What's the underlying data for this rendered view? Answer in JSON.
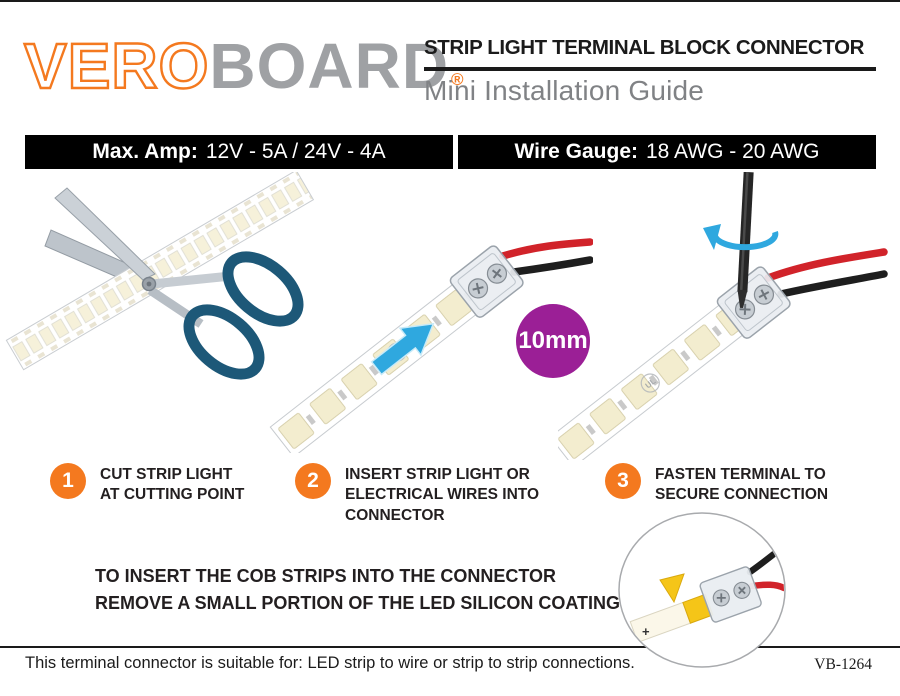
{
  "colors": {
    "orange": "#F4791F",
    "logo_gray": "#9FA1A4",
    "subtitle_gray": "#808285",
    "bar_black": "#000000",
    "badge_purple": "#9B1F96",
    "arrow_blue": "#2FA8DF",
    "wire_red": "#D1232A",
    "handle_blue": "#1D5878"
  },
  "header": {
    "logo_vero": "VERO",
    "logo_board": "BOARD",
    "logo_reg": "®",
    "title": "STRIP LIGHT TERMINAL BLOCK CONNECTOR",
    "subtitle": "Mini Installation Guide"
  },
  "specs": {
    "max_amp_label": "Max. Amp:",
    "max_amp_value": "12V - 5A / 24V - 4A",
    "wire_gauge_label": "Wire Gauge:",
    "wire_gauge_value": "18 AWG - 20 AWG"
  },
  "callout": {
    "size_label": "10mm"
  },
  "steps": [
    {
      "number": "1",
      "lines": [
        "CUT STRIP LIGHT",
        "AT CUTTING POINT"
      ]
    },
    {
      "number": "2",
      "lines": [
        "INSERT STRIP LIGHT OR",
        "ELECTRICAL WIRES INTO",
        "CONNECTOR"
      ]
    },
    {
      "number": "3",
      "lines": [
        "FASTEN TERMINAL TO",
        "SECURE CONNECTION"
      ]
    }
  ],
  "note": {
    "lines": [
      "TO INSERT THE COB STRIPS INTO THE CONNECTOR",
      "REMOVE A SMALL PORTION OF THE LED SILICON COATING."
    ]
  },
  "illustrations": {
    "ul_mark": "UL",
    "polarity_mark": "+"
  },
  "footer": {
    "text": "This terminal connector is suitable for: LED strip to wire or strip to strip connections.",
    "code": "VB-1264"
  }
}
